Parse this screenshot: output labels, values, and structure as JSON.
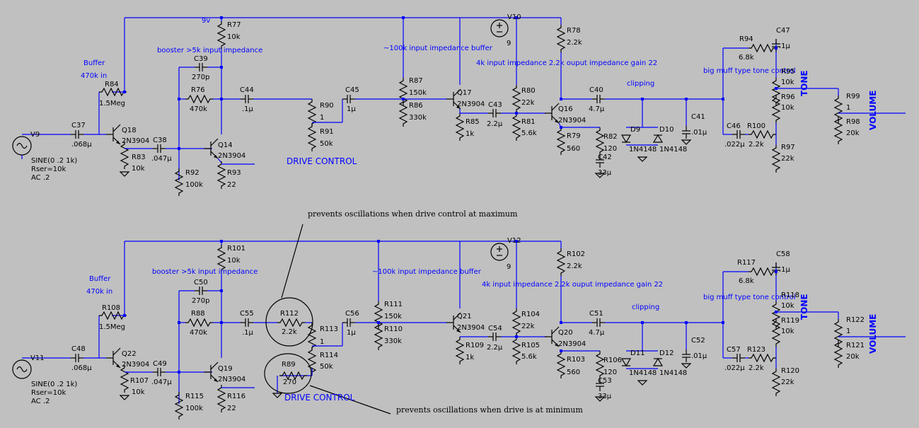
{
  "top": {
    "notes": {
      "buffer": "Buffer",
      "buffer_in": "470k in",
      "booster": "booster >5k input impedance",
      "buffer100k": "~100k input impedance buffer",
      "gain": "4k input impedance 2.2k ouput impedance gain 22",
      "clipping": "clipping",
      "muff": "big muff type tone control",
      "drive": "DRIVE CONTROL",
      "tone": "TONE",
      "volume": "VOLUME",
      "supply": "9v"
    },
    "labels": {
      "V9": "V9",
      "sine": "SINE(0 .2 1k)",
      "rser": "Rser=10k",
      "ac": "AC .2",
      "C37": "C37",
      "C37v": ".068µ",
      "R84": "R84",
      "R84v": "1.5Meg",
      "Q18": "Q18",
      "Q18t": "2N3904",
      "R83": "R83",
      "R83v": "10k",
      "C38": "C38",
      "C38v": ".047µ",
      "R77": "R77",
      "R77v": "10k",
      "C39": "C39",
      "C39v": "270p",
      "R76": "R76",
      "R76v": "470k",
      "Q14": "Q14",
      "Q14t": "2N3904",
      "R92": "R92",
      "R92v": "100k",
      "R93": "R93",
      "R93v": "22",
      "C44": "C44",
      "C44v": ".1µ",
      "R90": "R90",
      "R90v": "1",
      "R91": "R91",
      "R91v": "50k",
      "C45": "C45",
      "C45v": "1µ",
      "R87": "R87",
      "R87v": "150k",
      "R86": "R86",
      "R86v": "330k",
      "Q17": "Q17",
      "Q17t": "2N3904",
      "R85": "R85",
      "R85v": "1k",
      "C43": "C43",
      "C43v": "2.2µ",
      "V10": "V10",
      "V10v": "9",
      "R78": "R78",
      "R78v": "2.2k",
      "R80": "R80",
      "R80v": "22k",
      "R81": "R81",
      "R81v": "5.6k",
      "Q16": "Q16",
      "Q16t": "2N3904",
      "R79": "R79",
      "R79v": "560",
      "C40": "C40",
      "C40v": "4.7µ",
      "R82": "R82",
      "R82v": "120",
      "C42": "C42",
      "C42v": "33µ",
      "D9": "D9",
      "D10": "D10",
      "Dt": "1N4148",
      "C41": "C41",
      "C41v": ".01µ",
      "R94": "R94",
      "R94v": "6.8k",
      "C47": "C47",
      "C47v": ".1µ",
      "R95": "R95",
      "R95v": "10k",
      "R96": "R96",
      "R96v": "10k",
      "C46": "C46",
      "C46v": ".022µ",
      "R100": "R100",
      "R100v": "2.2k",
      "R97": "R97",
      "R97v": "22k",
      "R99": "R99",
      "R99v": "1",
      "R98": "R98",
      "R98v": "20k"
    }
  },
  "bottom": {
    "notes": {
      "buffer": "Buffer",
      "buffer_in": "470k in",
      "booster": "booster >5k input impedance",
      "buffer100k": "~100k input impedance buffer",
      "gain": "4k input impedance 2.2k ouput impedance gain 22",
      "clipping": "clipping",
      "muff": "big muff type tone control",
      "drive": "DRIVE CONTROL",
      "tone": "TONE",
      "volume": "VOLUME"
    },
    "labels": {
      "V11": "V11",
      "sine": "SINE(0 .2 1k)",
      "rser": "Rser=10k",
      "ac": "AC .2",
      "C48": "C48",
      "C48v": ".068µ",
      "R108": "R108",
      "R108v": "1.5Meg",
      "Q22": "Q22",
      "Q22t": "2N3904",
      "R107": "R107",
      "R107v": "10k",
      "C49": "C49",
      "C49v": ".047µ",
      "R101": "R101",
      "R101v": "10k",
      "C50": "C50",
      "C50v": "270p",
      "R88": "R88",
      "R88v": "470k",
      "Q19": "Q19",
      "Q19t": "2N3904",
      "R115": "R115",
      "R115v": "100k",
      "R116": "R116",
      "R116v": "22",
      "C55": "C55",
      "C55v": ".1µ",
      "R112": "R112",
      "R112v": "2.2k",
      "R113": "R113",
      "R113v": "1",
      "R114": "R114",
      "R114v": "50k",
      "R89": "R89",
      "R89v": "270",
      "C56": "C56",
      "C56v": "1µ",
      "R111": "R111",
      "R111v": "150k",
      "R110": "R110",
      "R110v": "330k",
      "Q21": "Q21",
      "Q21t": "2N3904",
      "R109": "R109",
      "R109v": "1k",
      "C54": "C54",
      "C54v": "2.2µ",
      "V12": "V12",
      "V12v": "9",
      "R102": "R102",
      "R102v": "2.2k",
      "R104": "R104",
      "R104v": "22k",
      "R105": "R105",
      "R105v": "5.6k",
      "Q20": "Q20",
      "Q20t": "2N3904",
      "R103": "R103",
      "R103v": "560",
      "C51": "C51",
      "C51v": "4.7µ",
      "R106": "R106",
      "R106v": "120",
      "C53": "C53",
      "C53v": "33µ",
      "D11": "D11",
      "D12": "D12",
      "Dt": "1N4148",
      "C52": "C52",
      "C52v": ".01µ",
      "R117": "R117",
      "R117v": "6.8k",
      "C58": "C58",
      "C58v": ".1µ",
      "R118": "R118",
      "R118v": "10k",
      "R119": "R119",
      "R119v": "10k",
      "C57": "C57",
      "C57v": ".022µ",
      "R123": "R123",
      "R123v": "2.2k",
      "R120": "R120",
      "R120v": "22k",
      "R122": "R122",
      "R122v": "1",
      "R121": "R121",
      "R121v": "20k"
    }
  },
  "annotations": {
    "max": "prevents oscillations when drive control at maximum",
    "min": "prevents oscillations when drive is at minimum"
  },
  "colors": {
    "background": "#c0c0c0",
    "wire": "#0000ff",
    "component": "#000000"
  }
}
